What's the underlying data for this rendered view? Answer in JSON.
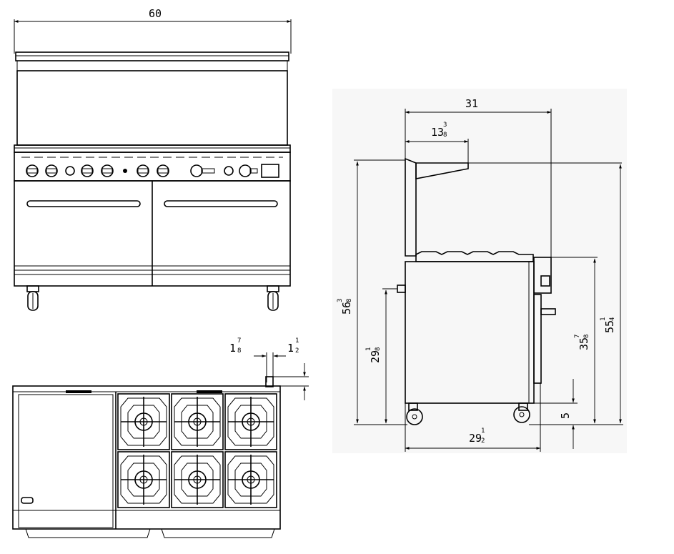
{
  "front_view": {
    "width_label": "60"
  },
  "side_view": {
    "depth_label": "31",
    "backsplash_label": {
      "whole": "13",
      "num": "3",
      "den": "8"
    },
    "overall_height_label": {
      "whole": "56",
      "num": "3",
      "den": "8"
    },
    "oven_height_label": {
      "whole": "29",
      "num": "1",
      "den": "8"
    },
    "work_height_label": {
      "whole": "35",
      "num": "7",
      "den": "8"
    },
    "rear_height_label": {
      "whole": "55",
      "num": "1",
      "den": "4"
    },
    "caster_label": "5",
    "body_depth_label": {
      "whole": "29",
      "num": "1",
      "den": "2"
    }
  },
  "top_view": {
    "gas_inlet_label_a": {
      "whole": "1",
      "num": "7",
      "den": "8"
    },
    "gas_inlet_label_b": {
      "whole": "1",
      "num": "1",
      "den": "2"
    }
  }
}
